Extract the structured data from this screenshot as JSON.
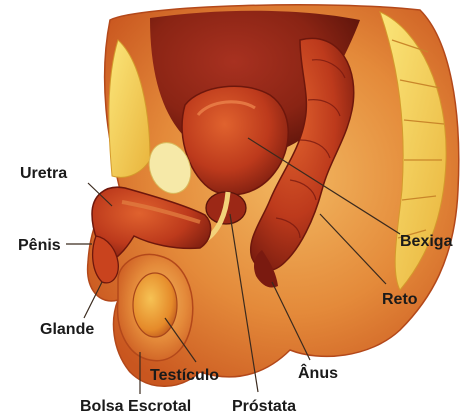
{
  "diagram": {
    "labels": {
      "uretra": "Uretra",
      "penis": "Pênis",
      "glande": "Glande",
      "testiculo": "Testículo",
      "bolsa_escrotal": "Bolsa Escrotal",
      "prostata": "Próstata",
      "anus": "Ânus",
      "reto": "Reto",
      "bexiga": "Bexiga"
    },
    "colors": {
      "tissue_outer": "#e9a64a",
      "tissue_mid": "#d9692a",
      "organ_red": "#b8311a",
      "organ_dark": "#7a1a10",
      "bone_yellow": "#f5d35a",
      "bladder_light": "#f6e9a8",
      "background": "#ffffff"
    }
  }
}
